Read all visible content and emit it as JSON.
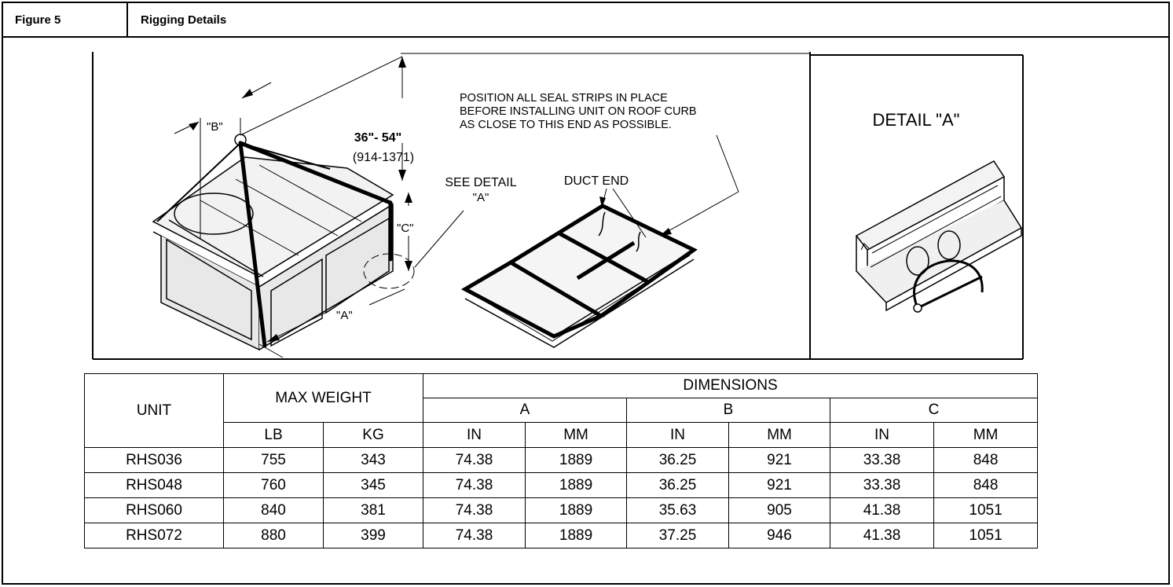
{
  "figure": {
    "number": "Figure 5",
    "title": "Rigging Details"
  },
  "drawing": {
    "labels": {
      "b": "\"B\"",
      "height_range": "36\"- 54\"",
      "height_range_mm": "(914-1371)",
      "c": "\"C\"",
      "a": "\"A\"",
      "see_detail_line1": "SEE DETAIL",
      "see_detail_line2": "\"A\"",
      "duct_end": "DUCT END",
      "note_line1": "POSITION ALL SEAL STRIPS IN PLACE",
      "note_line2": "BEFORE INSTALLING UNIT ON ROOF CURB",
      "note_line3": "AS CLOSE TO THIS END AS POSSIBLE."
    },
    "detail_title": "DETAIL \"A\""
  },
  "table": {
    "header": {
      "unit": "UNIT",
      "max_weight": "MAX WEIGHT",
      "dimensions": "DIMENSIONS",
      "a": "A",
      "b": "B",
      "c": "C",
      "lb": "LB",
      "kg": "KG",
      "in": "IN",
      "mm": "MM"
    },
    "rows": [
      {
        "unit": "RHS036",
        "lb": "755",
        "kg": "343",
        "a_in": "74.38",
        "a_mm": "1889",
        "b_in": "36.25",
        "b_mm": "921",
        "c_in": "33.38",
        "c_mm": "848"
      },
      {
        "unit": "RHS048",
        "lb": "760",
        "kg": "345",
        "a_in": "74.38",
        "a_mm": "1889",
        "b_in": "36.25",
        "b_mm": "921",
        "c_in": "33.38",
        "c_mm": "848"
      },
      {
        "unit": "RHS060",
        "lb": "840",
        "kg": "381",
        "a_in": "74.38",
        "a_mm": "1889",
        "b_in": "35.63",
        "b_mm": "905",
        "c_in": "41.38",
        "c_mm": "1051"
      },
      {
        "unit": "RHS072",
        "lb": "880",
        "kg": "399",
        "a_in": "74.38",
        "a_mm": "1889",
        "b_in": "37.25",
        "b_mm": "946",
        "c_in": "41.38",
        "c_mm": "1051"
      }
    ]
  }
}
